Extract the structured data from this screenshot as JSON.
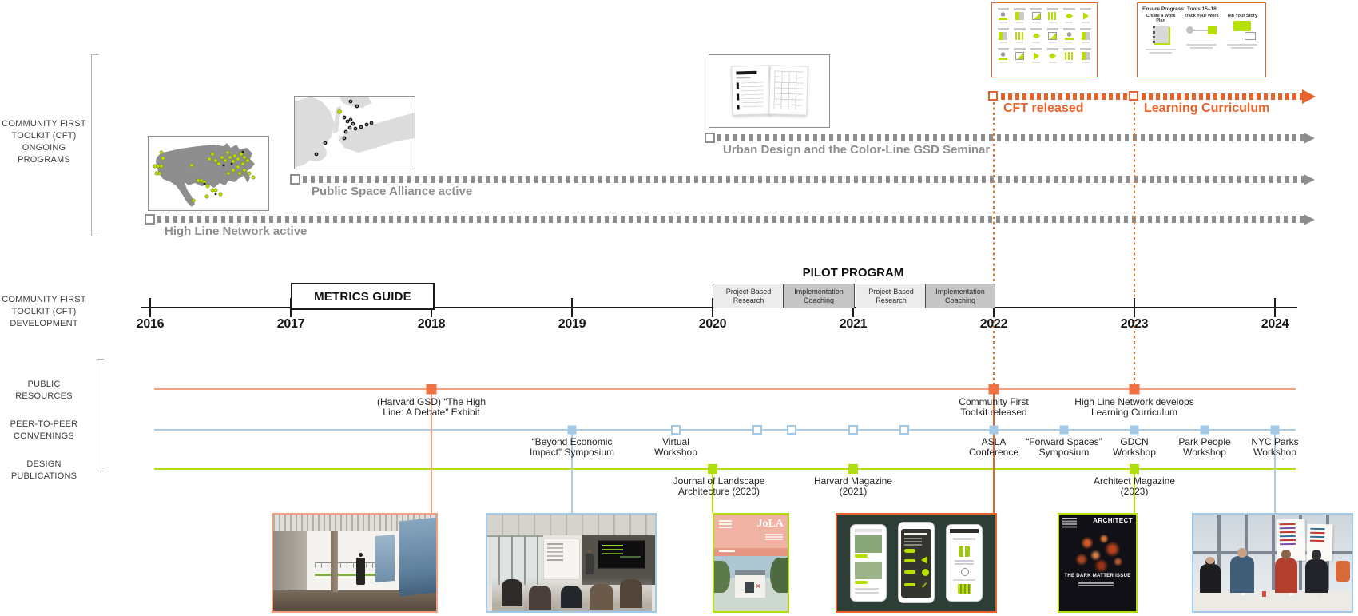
{
  "palette": {
    "orange": "#e8622c",
    "orange_light": "#f2a183",
    "blue": "#a3c9e8",
    "green": "#aede0c",
    "gray": "#8e8e8e",
    "ink": "#1c1c1c"
  },
  "ongoing": {
    "section_label": "COMMUNITY FIRST\nTOOLKIT (CFT)\nONGOING\nPROGRAMS",
    "high_line_network": "High Line Network active",
    "public_space_alliance": "Public Space Alliance active",
    "gsd_seminar": "Urban Design and the Color-Line GSD Seminar",
    "cft_released": "CFT released",
    "learning_curriculum": "Learning Curriculum",
    "curriculum_card": {
      "header": "Ensure Progress: Tools 15–18",
      "columns": [
        "Create a Work Plan",
        "Track Your Work",
        "Tell Your Story"
      ]
    }
  },
  "development": {
    "section_label": "COMMUNITY FIRST\nTOOLKIT (CFT)\nDEVELOPMENT",
    "metrics_guide": "METRICS GUIDE",
    "pilot_program": "PILOT PROGRAM",
    "pilot_phases": [
      "Project-Based\nResearch",
      "Implementation\nCoaching",
      "Project-Based\nResearch",
      "Implementation\nCoaching"
    ],
    "years": [
      "2016",
      "2017",
      "2018",
      "2019",
      "2020",
      "2021",
      "2022",
      "2023",
      "2024"
    ]
  },
  "rows": {
    "public_resources": "PUBLIC\nRESOURCES",
    "peer_convenings": "PEER-TO-PEER\nCONVENINGS",
    "design_publications": "DESIGN\nPUBLICATIONS"
  },
  "events": {
    "orange": [
      {
        "label": "(Harvard GSD) “The High\nLine: A Debate” Exhibit"
      },
      {
        "label": "Community First\nToolkit released"
      },
      {
        "label": "High Line Network develops\nLearning Curriculum"
      }
    ],
    "blue": [
      {
        "label": "“Beyond Economic\nImpact” Symposium"
      },
      {
        "label": "Virtual\nWorkshop"
      },
      {
        "label": "ASLA\nConference"
      },
      {
        "label": "“Forward Spaces”\nSymposium"
      },
      {
        "label": "GDCN\nWorkshop"
      },
      {
        "label": "Park People\nWorkshop"
      },
      {
        "label": "NYC Parks\nWorkshop"
      }
    ],
    "green": [
      {
        "label": "Journal of Landscape\nArchitecture (2020)"
      },
      {
        "label": "Harvard Magazine\n(2021)"
      },
      {
        "label": "Architect Magazine\n(2023)"
      }
    ]
  },
  "covers": {
    "jola": "JoLA",
    "architect_masthead": "ARCHITECT",
    "architect_title": "THE DARK MATTER ISSUE"
  }
}
